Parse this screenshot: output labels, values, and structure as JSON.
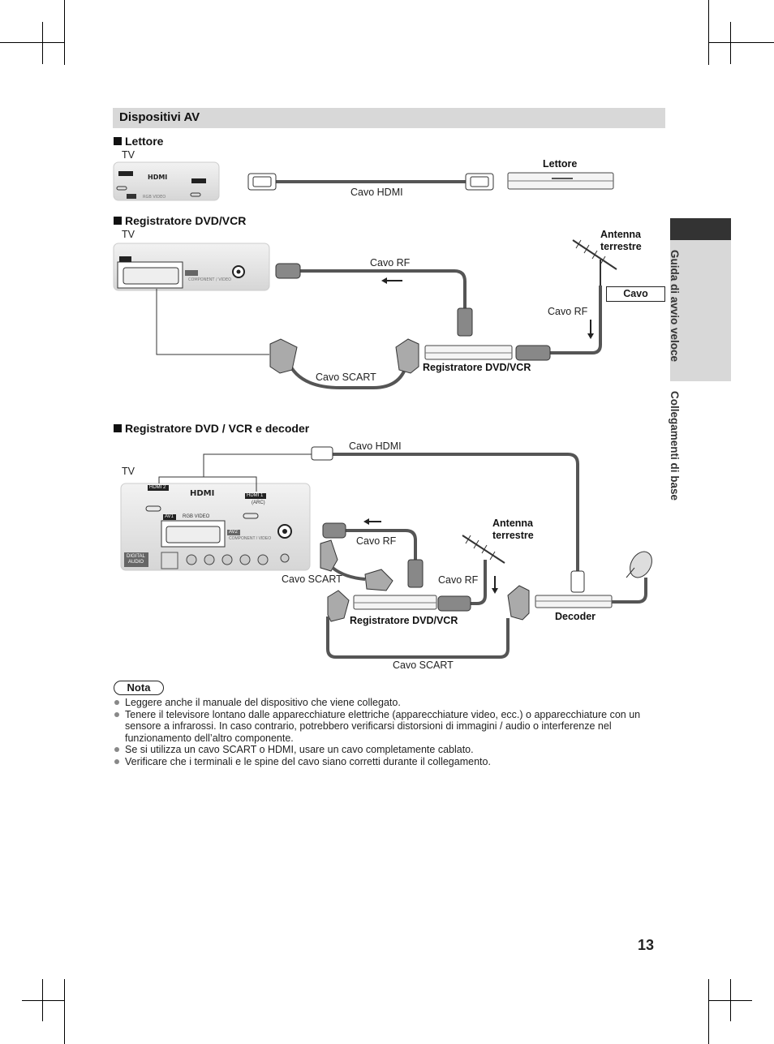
{
  "section": {
    "title": "Dispositivi AV"
  },
  "side_tab": {
    "top_label": "Guida di avvio veloce",
    "bottom_label": "Collegamenti di base"
  },
  "lettore": {
    "heading": "Lettore",
    "tv_label": "TV",
    "device_label": "Lettore",
    "cable_label": "Cavo HDMI"
  },
  "dvd_vcr": {
    "heading": "Registratore DVD/VCR",
    "tv_label": "TV",
    "rf_cable_top": "Cavo RF",
    "rf_cable_right": "Cavo RF",
    "antenna_label_1": "Antenna",
    "antenna_label_2": "terrestre",
    "cable_box": "Cavo",
    "scart_label": "Cavo SCART",
    "recorder_label": "Registratore DVD/VCR"
  },
  "dvd_vcr_decoder": {
    "heading": "Registratore DVD / VCR e decoder",
    "tv_label": "TV",
    "hdmi_label": "Cavo HDMI",
    "rf_cable_a": "Cavo RF",
    "rf_cable_b": "Cavo RF",
    "antenna_label_1": "Antenna",
    "antenna_label_2": "terrestre",
    "scart_left": "Cavo SCART",
    "scart_bottom": "Cavo SCART",
    "recorder_label": "Registratore DVD/VCR",
    "decoder_label": "Decoder"
  },
  "tv_panel": {
    "hdmi_logo": "HDMI",
    "hdmi2": "HDMI 2",
    "hdmi1": "HDMI 1",
    "arc": "(ARC)",
    "av1": "AV1",
    "rgb_video": "RGB  VIDEO",
    "av2": "AV2",
    "component_video": "COMPONENT / VIDEO",
    "digital_audio_1": "DIGITAL",
    "digital_audio_2": "AUDIO"
  },
  "nota": {
    "badge": "Nota",
    "items": [
      "Leggere anche il manuale del dispositivo che viene collegato.",
      "Tenere il televisore lontano dalle apparecchiature elettriche (apparecchiature video, ecc.) o apparecchiature con un sensore a infrarossi. In caso contrario, potrebbero verificarsi distorsioni di immagini / audio o interferenze nel funzionamento dell’altro componente.",
      "Se si utilizza un cavo SCART o HDMI, usare un cavo completamente cablato.",
      "Verificare che i terminali e le spine del cavo siano corretti durante il collegamento."
    ]
  },
  "page_number": "13"
}
